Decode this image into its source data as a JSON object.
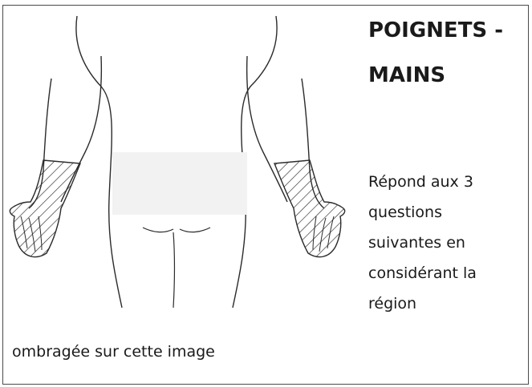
{
  "title": {
    "line1": "POIGNETS -",
    "line2": "MAINS"
  },
  "instruction": {
    "lines": [
      "Répond aux 3",
      "questions",
      "suivantes en",
      "considérant la",
      "région"
    ]
  },
  "caption": "ombragée sur cette image",
  "illustration": {
    "subject": "body-outline-back-view",
    "shaded_regions": [
      "left-wrist-hand",
      "right-wrist-hand"
    ]
  },
  "colors": {
    "ink": "#1a1a1a",
    "frame": "#4a4a4a"
  }
}
